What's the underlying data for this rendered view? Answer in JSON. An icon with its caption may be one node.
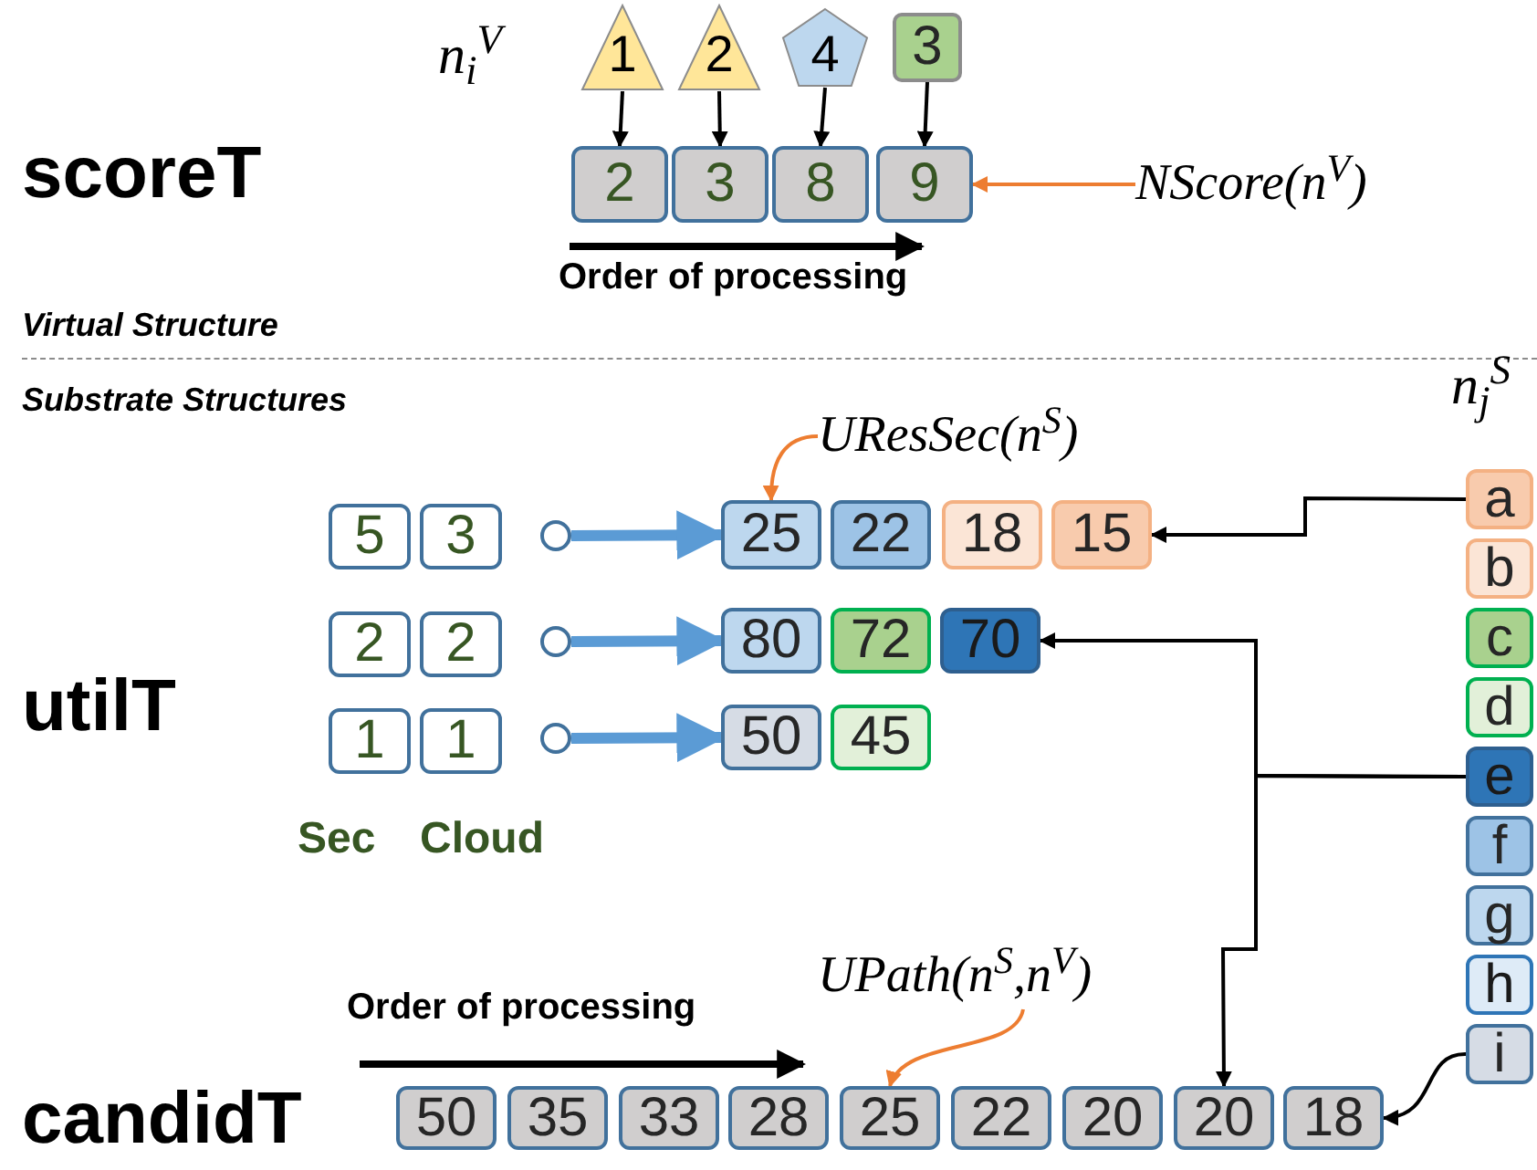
{
  "diagram": {
    "nodes": [
      {
        "text": [
          "1"
        ]
      },
      {
        "text": [
          "2"
        ]
      },
      {
        "text": [
          "4"
        ]
      },
      {
        "text": [
          "3"
        ]
      },
      {
        "text": [
          "2"
        ]
      },
      {
        "text": [
          "3"
        ]
      },
      {
        "text": [
          "8"
        ]
      },
      {
        "text": [
          "9"
        ]
      },
      {
        "text": [
          "NScore(n$^{V}$)"
        ]
      },
      {
        "text": [
          "5"
        ]
      },
      {
        "text": [
          "3"
        ]
      },
      {
        "text": [
          "2"
        ]
      },
      {
        "text": [
          "2"
        ]
      },
      {
        "text": [
          "1"
        ]
      },
      {
        "text": [
          "1"
        ]
      },
      {
        "text": [],
        "shape": "circle"
      },
      {
        "text": [],
        "shape": "circle"
      },
      {
        "text": [],
        "shape": "circle"
      },
      {
        "text": [
          "25"
        ]
      },
      {
        "text": [
          "22"
        ]
      },
      {
        "text": [
          "18"
        ]
      },
      {
        "text": [
          "15"
        ]
      },
      {
        "text": [
          "80"
        ]
      },
      {
        "text": [
          "72"
        ]
      },
      {
        "text": [
          "70"
        ]
      },
      {
        "text": [
          "50"
        ]
      },
      {
        "text": [
          "45"
        ]
      },
      {
        "text": [
          "UResSec(n$^{S}$)"
        ]
      },
      {
        "text": [
          "a"
        ]
      },
      {
        "text": [
          "b"
        ]
      },
      {
        "text": [
          "c"
        ]
      },
      {
        "text": [
          "d"
        ]
      },
      {
        "text": [
          "e"
        ]
      },
      {
        "text": [
          "f"
        ]
      },
      {
        "text": [
          "g"
        ]
      },
      {
        "text": [
          "h"
        ]
      },
      {
        "text": [
          "i"
        ]
      },
      {
        "text": [
          "50"
        ]
      },
      {
        "text": [
          "35"
        ]
      },
      {
        "text": [
          "33"
        ]
      },
      {
        "text": [
          "28"
        ]
      },
      {
        "text": [
          "25"
        ]
      },
      {
        "text": [
          "22"
        ]
      },
      {
        "text": [
          "20"
        ]
      },
      {
        "text": [
          "20"
        ]
      },
      {
        "text": [
          "18"
        ]
      },
      {
        "text": [
          "UPath(n$^{S}$,n$^{V}$)"
        ]
      }
    ],
    "edges": [
      {
        "from": 0,
        "to": 4,
        "arrow": "to"
      },
      {
        "from": 1,
        "to": 5,
        "arrow": "to"
      },
      {
        "from": 2,
        "to": 6,
        "arrow": "to"
      },
      {
        "from": 3,
        "to": 7,
        "arrow": "to"
      },
      {
        "from": 8,
        "to": 7,
        "arrow": "to",
        "color": "#ed7d31"
      },
      {
        "from": 15,
        "to": 18,
        "arrow": "to",
        "style": "thick",
        "color": "#5b9bd5"
      },
      {
        "from": 16,
        "to": 22,
        "arrow": "to",
        "style": "thick",
        "color": "#5b9bd5"
      },
      {
        "from": 17,
        "to": 25,
        "arrow": "to",
        "style": "thick",
        "color": "#5b9bd5"
      },
      {
        "from": 27,
        "to": 18,
        "arrow": "to",
        "color": "#ed7d31"
      },
      {
        "from": 28,
        "to": 21,
        "arrow": "to"
      },
      {
        "from": 32,
        "to": 24,
        "arrow": "to"
      },
      {
        "from": 32,
        "to": 44,
        "arrow": "to"
      },
      {
        "from": 36,
        "to": 45,
        "arrow": "to"
      },
      {
        "from": 46,
        "to": 41,
        "arrow": "to",
        "color": "#ed7d31"
      }
    ],
    "labels": [
      "n$_{i}$$^{V}$",
      "scoreT",
      "Order of processing",
      "Virtual Structure",
      "Substrate Structures",
      "n$_{j}$$^{S}$",
      "utilT",
      "Sec",
      "Cloud",
      "Order of processing",
      "candidT"
    ]
  }
}
